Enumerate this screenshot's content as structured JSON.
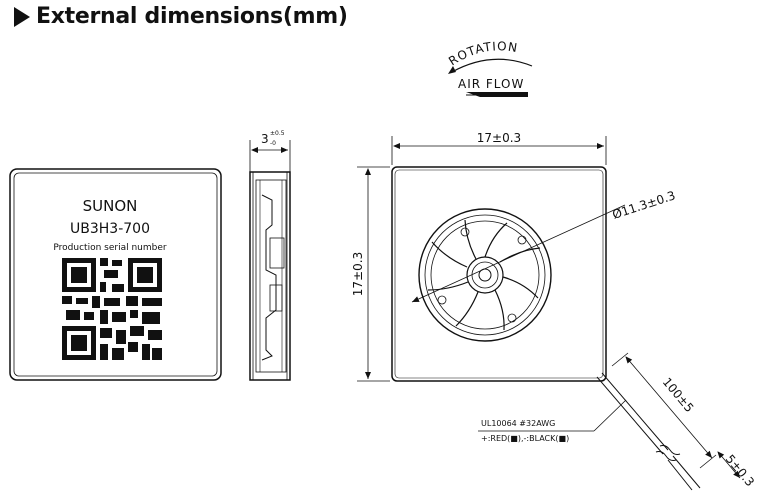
{
  "heading": {
    "title": "External dimensions(mm)"
  },
  "rotation_label": "ROTATION",
  "airflow_label": "AIR FLOW",
  "label": {
    "brand": "SUNON",
    "model": "UB3H3-700",
    "serial": "Production serial number"
  },
  "dimensions": {
    "thickness": "3",
    "thickness_tol": "±0.5",
    "thickness_tol_bottom": "-0",
    "width": "17±0.3",
    "height": "17±0.3",
    "diameter": "Ø11.3±0.3",
    "cable_length": "100±5",
    "strip_length": "5±0.3"
  },
  "cable": {
    "spec": "UL10064  #32AWG",
    "wires": "+:RED(■),-:BLACK(■)"
  },
  "colors": {
    "line": "#111111",
    "background": "#ffffff"
  }
}
